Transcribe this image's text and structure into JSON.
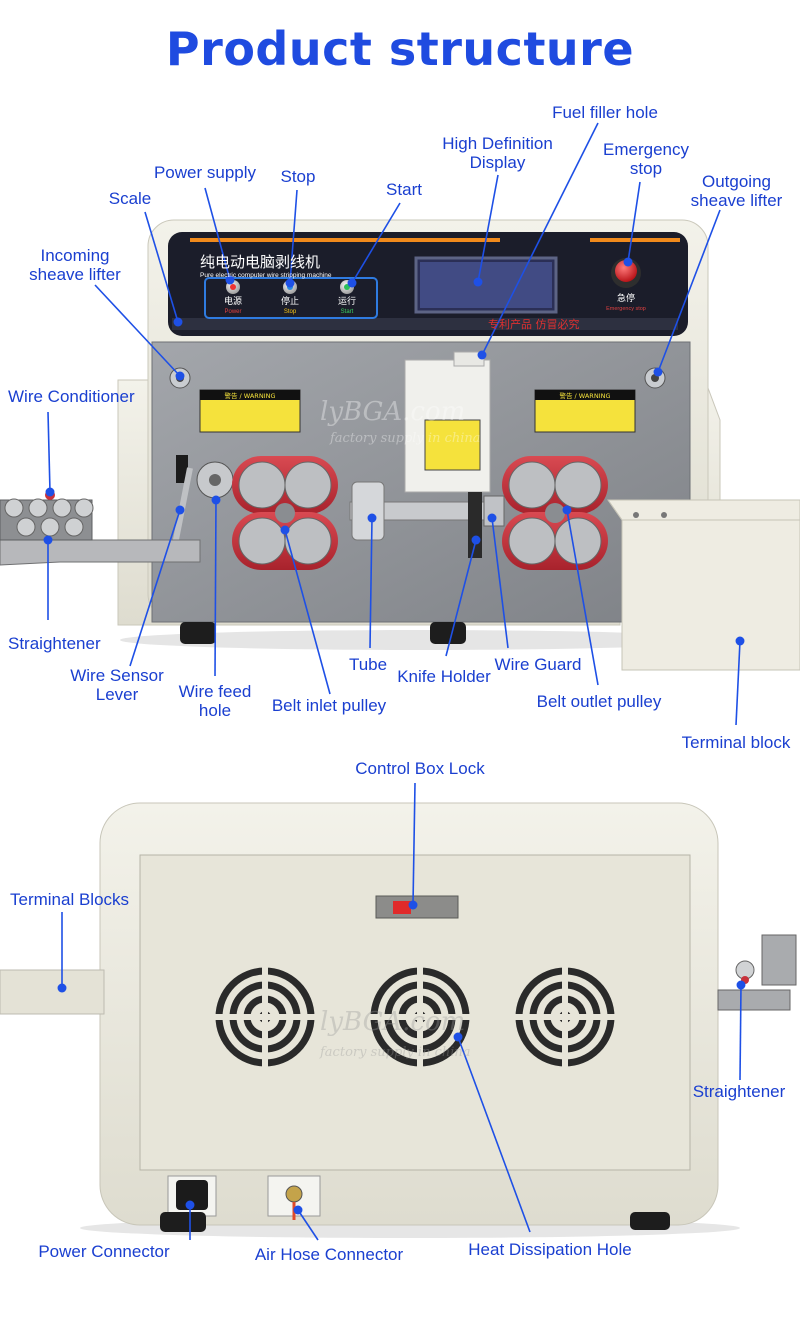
{
  "title": "Product structure",
  "panel_text": {
    "machine_cn": "纯电动电脑剥线机",
    "machine_en": "Pure electric computer wire stripping machine",
    "btn_power_cn": "电源",
    "btn_power_en": "Power",
    "btn_stop_cn": "停止",
    "btn_stop_en": "Stop",
    "btn_start_cn": "运行",
    "btn_start_en": "Start",
    "estop_cn": "急停",
    "estop_en": "Emergency stop",
    "patent": "专利产品 仿冒必究",
    "warning": "警告 / WARNING",
    "watermark": "lyBGA.com",
    "watermark_sub": "factory supply in china"
  },
  "top_labels": {
    "fuel_filler_hole": "Fuel filler hole",
    "hd_display_1": "High Definition",
    "hd_display_2": "Display",
    "emergency_stop_1": "Emergency",
    "emergency_stop_2": "stop",
    "power_supply": "Power supply",
    "stop": "Stop",
    "start": "Start",
    "outgoing_1": "Outgoing",
    "outgoing_2": "sheave lifter",
    "scale": "Scale",
    "incoming_1": "Incoming",
    "incoming_2": "sheave lifter",
    "wire_conditioner": "Wire Conditioner",
    "straightener": "Straightener",
    "wire_sensor_1": "Wire Sensor",
    "wire_sensor_2": "Lever",
    "wire_feed_1": "Wire feed",
    "wire_feed_2": "hole",
    "belt_inlet": "Belt inlet pulley",
    "tube": "Tube",
    "knife_holder": "Knife Holder",
    "wire_guard": "Wire Guard",
    "belt_outlet": "Belt outlet pulley",
    "terminal_block": "Terminal block"
  },
  "bottom_labels": {
    "control_box_lock": "Control Box Lock",
    "terminal_blocks": "Terminal Blocks",
    "straightener": "Straightener",
    "power_connector": "Power Connector",
    "air_hose_connector": "Air Hose Connector",
    "heat_dissipation_hole": "Heat Dissipation Hole"
  },
  "colors": {
    "title": "#1f4be0",
    "label": "#1a3fd0",
    "leader": "#1e50e6",
    "housing": "#ecebdf",
    "panel": "#8e9196",
    "control_bar": "#1b1d2a",
    "accent_orange": "#f08a1c",
    "belt_red": "#c8323c",
    "estop_red": "#d8191e"
  }
}
